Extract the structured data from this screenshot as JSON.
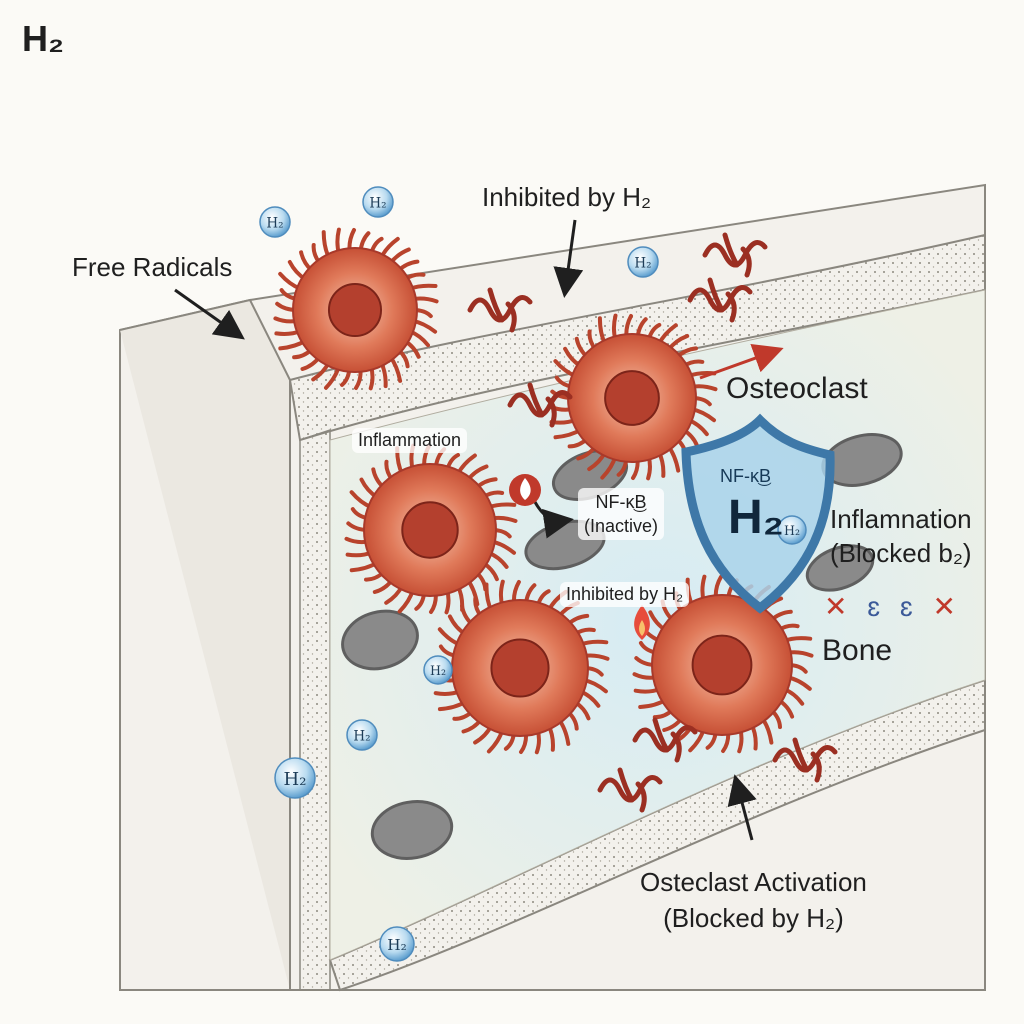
{
  "corner_title": "H₂",
  "labels": {
    "free_radicals": "Free Radicals",
    "inhibited_top": "Inhibited by H₂",
    "osteoclast": "Osteoclast",
    "inflammation": "Inflammation",
    "nfkb": "NF-κ͜B",
    "nfkb_state": "(Inactive)",
    "shield_nfkb": "NF-κ͜B",
    "shield_h2": "H₂",
    "inflammation_blocked_1": "Inflamnation",
    "inflammation_blocked_2": "(Blocked b₂)",
    "inhibited_center": "Inhibited by H₂",
    "bone": "Bone",
    "activation_1": "Osteclast Activation",
    "activation_2": "(Blocked by H₂)"
  },
  "molecule_label": "H₂",
  "colors": {
    "cell": "#c8563a",
    "cell_light": "#f1b5a0",
    "nucleus": "#9e3528",
    "shield": "#3e78a8",
    "shield_fill": "#a9d2ea",
    "bone_band": "#e9e3d2",
    "marrow": "#eef1ea",
    "bubble": "#7fb7dc"
  },
  "icons": [
    "flame-icon",
    "shield-icon",
    "cross-icon",
    "h2-molecule-icon"
  ]
}
